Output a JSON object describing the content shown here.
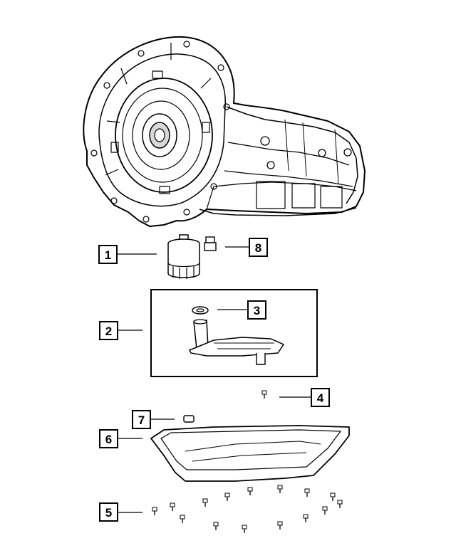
{
  "callouts": [
    {
      "id": "c1",
      "label": "1"
    },
    {
      "id": "c2",
      "label": "2"
    },
    {
      "id": "c3",
      "label": "3"
    },
    {
      "id": "c4",
      "label": "4"
    },
    {
      "id": "c5",
      "label": "5"
    },
    {
      "id": "c6",
      "label": "6"
    },
    {
      "id": "c7",
      "label": "7"
    },
    {
      "id": "c8",
      "label": "8"
    }
  ],
  "colors": {
    "line": "#000000",
    "background": "#ffffff",
    "shade": "#d8d8d8"
  }
}
